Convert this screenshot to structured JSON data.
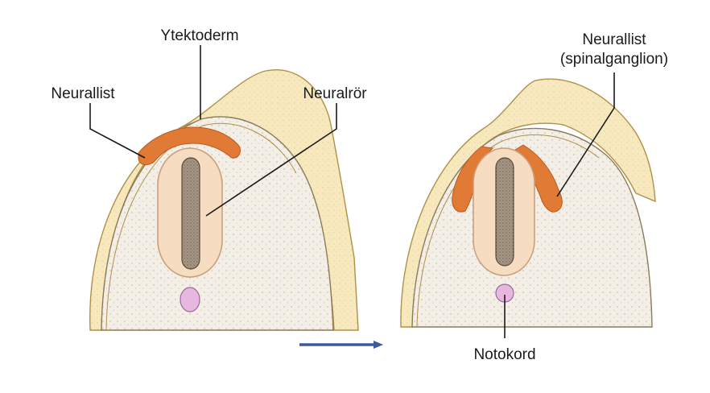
{
  "labels": {
    "ytektoderm": "Ytektoderm",
    "neurallist_left": "Neurallist",
    "neuralror": "Neuralrör",
    "neurallist_right_line1": "Neurallist",
    "neurallist_right_line2": "(spinalganglion)",
    "notokord": "Notokord"
  },
  "colors": {
    "mesoderm_fill": "#f4efe6",
    "ectoderm_band": "#f5e6b2",
    "ectoderm_edge": "#b09048",
    "neural_tube": "#f6dcc0",
    "neural_tube_edge": "#c9a07c",
    "lumen": "#a89888",
    "neural_crest": "#e07a35",
    "notochord": "#e8b7e0",
    "arrow": "#3a5a9a"
  },
  "icons": {
    "transition": "right-arrow-icon"
  }
}
